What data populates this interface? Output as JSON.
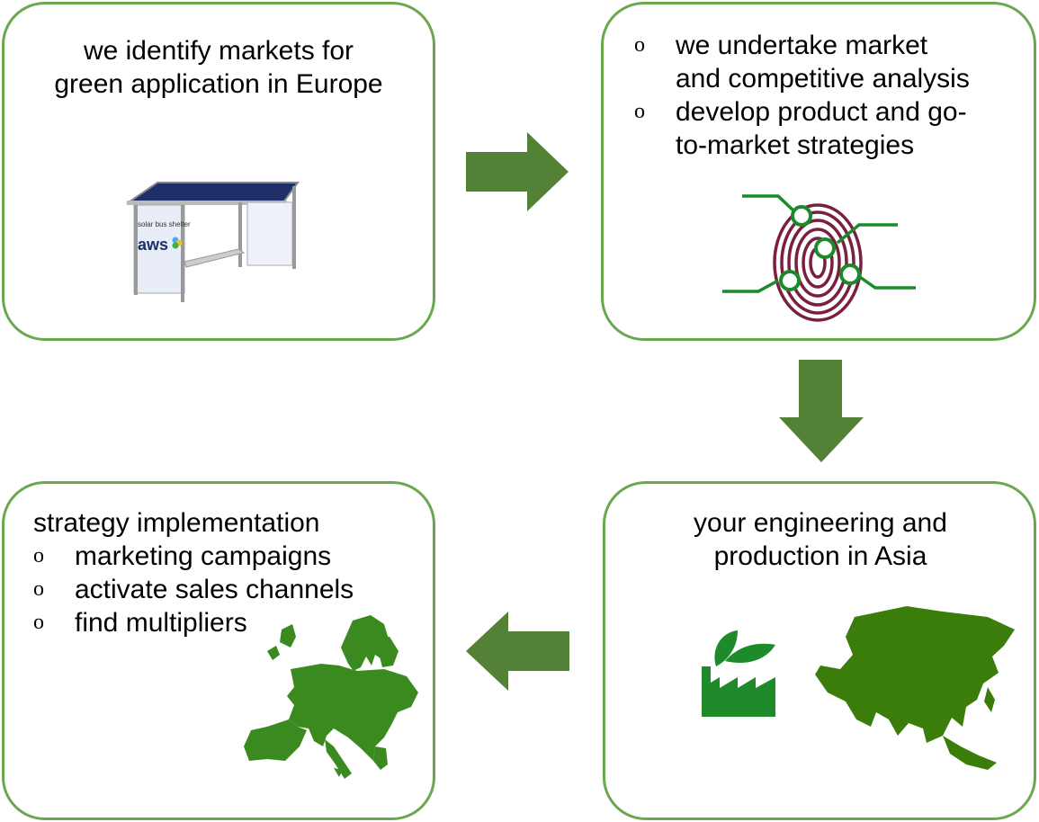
{
  "steps": [
    {
      "text_line1": "we identify markets for",
      "text_line2": "green application in Europe",
      "illustration": {
        "sign_line": "solar bus shelter",
        "brand": "aws"
      }
    },
    {
      "bullets": [
        {
          "line1": "we undertake market",
          "line2": "and competitive analysis"
        },
        {
          "line1": "develop product and go-",
          "line2": "to-market strategies"
        }
      ]
    },
    {
      "text_line1": "your engineering and",
      "text_line2": "production in Asia"
    },
    {
      "heading": "strategy implementation",
      "bullets": [
        "marketing campaigns",
        "activate sales channels",
        "find multipliers"
      ]
    }
  ],
  "bullet_symbol": "o",
  "colors": {
    "border": "#6aa84f",
    "arrow": "#538135",
    "map": "#3a8a1f",
    "factory": "#1f8a2a",
    "fingerprint": "#7a1f3d",
    "connector": "#1a8a2a"
  },
  "icons": [
    "bus-shelter-icon",
    "fingerprint-icon",
    "factory-icon",
    "asia-map-icon",
    "europe-map-icon"
  ]
}
